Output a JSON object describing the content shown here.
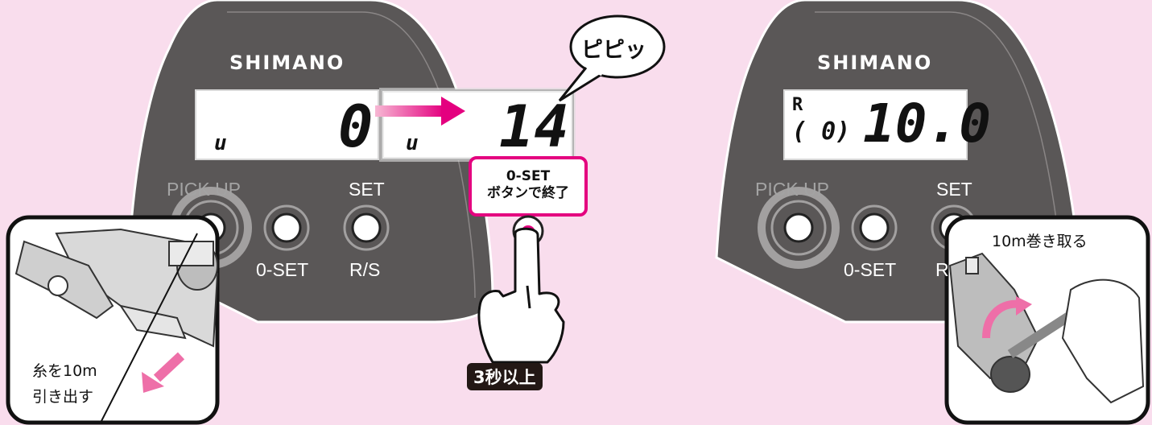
{
  "brand": "SHIMANO",
  "left_panel": {
    "pickup_label": "PICK UP",
    "set_label": "SET",
    "oset_label": "0-SET",
    "rs_label": "R/S",
    "display_small": "u",
    "display_big": "0"
  },
  "middle_panel": {
    "display_small": "u",
    "display_big": "14",
    "bubble": "ピピッ",
    "callout_line1": "0-SET",
    "callout_line2": "ボタンで終了",
    "badge": "3秒以上"
  },
  "right_panel": {
    "pickup_label": "PICK UP",
    "set_label": "SET",
    "oset_label": "0-SET",
    "rs_label": "R",
    "display_r": "R",
    "display_paren": "( 0)",
    "display_big": "10.0",
    "inset_caption": "10m巻き取る"
  },
  "left_inset": {
    "caption_line1": "糸を10m",
    "caption_line2": "引き出す"
  },
  "colors": {
    "background": "#f9dded",
    "panel": "#5a5757",
    "accent": "#e4007f",
    "arrow": "#ee6fa8"
  }
}
